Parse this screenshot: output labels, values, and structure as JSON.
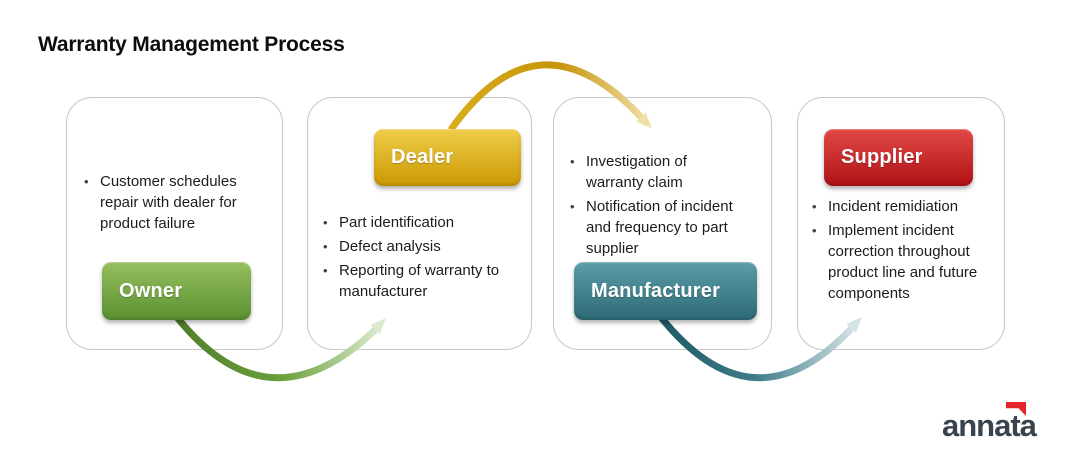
{
  "title": "Warranty Management Process",
  "cards": [
    {
      "name": "owner",
      "label": "Owner",
      "badge_colors": {
        "top": "#96c05f",
        "bottom": "#5b9031"
      },
      "bullets": [
        "Customer schedules repair with dealer for product failure"
      ]
    },
    {
      "name": "dealer",
      "label": "Dealer",
      "badge_colors": {
        "top": "#eecd49",
        "bottom": "#cc9903"
      },
      "bullets": [
        "Part identification",
        "Defect analysis",
        "Reporting of warranty to manufacturer"
      ]
    },
    {
      "name": "manufacturer",
      "label": "Manufacturer",
      "badge_colors": {
        "top": "#5b9da9",
        "bottom": "#2d6a76"
      },
      "bullets": [
        "Investigation of warranty claim",
        "Notification of incident and frequency to part supplier"
      ]
    },
    {
      "name": "supplier",
      "label": "Supplier",
      "badge_colors": {
        "top": "#e24a45",
        "bottom": "#b01116"
      },
      "bullets": [
        "Incident remidiation",
        "Implement incident correction throughout product line and future components"
      ]
    }
  ],
  "arrows": [
    {
      "from": "owner",
      "to": "dealer",
      "color_start": "#4f7d28",
      "color_mid": "#6da23d",
      "color_end": "#dcead0"
    },
    {
      "from": "dealer",
      "to": "manufacturer",
      "color_start": "#d9ad1c",
      "color_mid": "#c79308",
      "color_end": "#f0dfa6"
    },
    {
      "from": "manufacturer",
      "to": "supplier",
      "color_start": "#1f5a66",
      "color_mid": "#3d7c88",
      "color_end": "#d5e3e5"
    }
  ],
  "logo": {
    "text": "annata",
    "text_color": "#39434d",
    "mark_color": "#e5242b"
  }
}
